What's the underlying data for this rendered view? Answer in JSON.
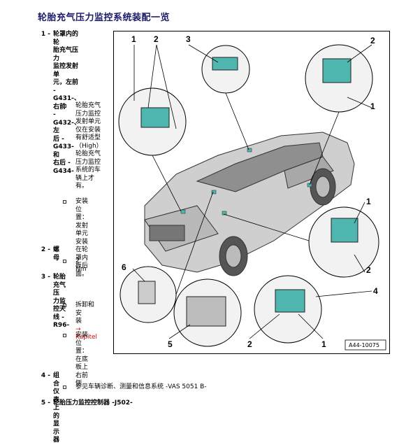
{
  "title": "轮胎充气压力监控系统装配一览",
  "items": [
    {
      "num": "1 -",
      "text": "轮罩内的轮\n胎充气压力\n监控发射单\n元，左前 -\nG431-、右前\n-G432-、左\n后 -G433- 和\n右后 -G434-",
      "subs": [
        {
          "text": "轮胎充气\n压力监控\n发射单元\n仅在安装\n有舒适型\n（High）\n轮胎充气\n压力监控\n系统的车\n辆上才\n有。"
        },
        {
          "text": "安装位\n置：发射\n单元安装\n在轮罩内\n板后面。"
        }
      ]
    },
    {
      "num": "2 -",
      "text": "螺母",
      "subs": [
        {
          "text": "2 Nm"
        }
      ]
    },
    {
      "num": "3 -",
      "text": "轮胎充气压\n力监控天线 -\nR96-",
      "subs": [
        {
          "text": "拆卸和安\n装",
          "link": "→ Kapitel"
        },
        {
          "text": "安装位\n置：在底\n板上右前\n侧"
        }
      ]
    },
    {
      "num": "4 -",
      "text": "组合仪表上的显示器",
      "subs": [
        {
          "text": "参见车辆诊断、测量和信息系统 -VAS 5051 B-"
        }
      ]
    },
    {
      "num": "5 -",
      "text": "轮胎压力监控控制器 -J502-",
      "subs": []
    }
  ],
  "figure": {
    "ref": "A44-10075",
    "callouts": [
      "1",
      "2",
      "3",
      "2",
      "1",
      "1",
      "2",
      "6",
      "4",
      "5",
      "2",
      "1"
    ]
  },
  "colors": {
    "title": "#1a1a66",
    "link": "#d01010",
    "sensor": "#4fb7b0"
  }
}
